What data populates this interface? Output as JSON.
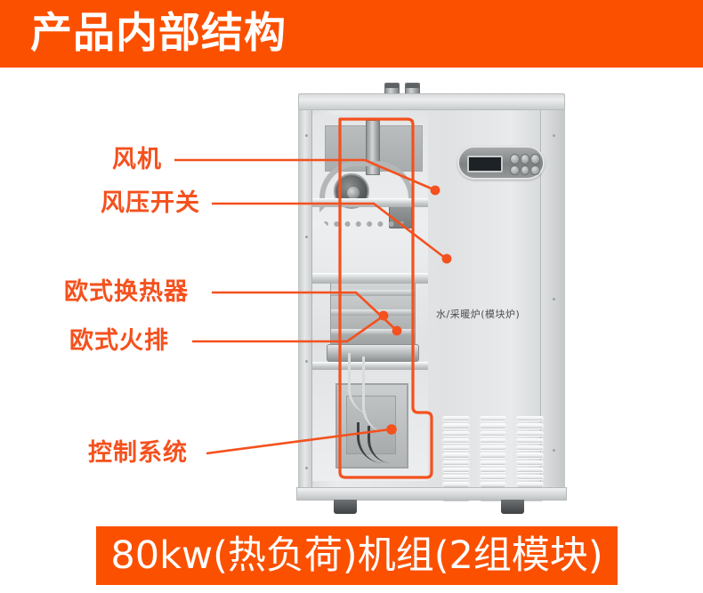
{
  "header": {
    "title": "产品内部结构",
    "bg_color": "#fb5000",
    "text_color": "#ffffff"
  },
  "footer": {
    "title": "80kw(热负荷)机组(2组模块)",
    "bg_color": "#fb5000",
    "text_color": "#ffffff"
  },
  "annotation": {
    "color": "#f4511e",
    "callouts": [
      {
        "id": "fan",
        "label": "风机"
      },
      {
        "id": "pressure-switch",
        "label": "风压开关"
      },
      {
        "id": "heat-exchanger",
        "label": "欧式换热器"
      },
      {
        "id": "burner",
        "label": "欧式火排"
      },
      {
        "id": "control-system",
        "label": "控制系统"
      }
    ]
  },
  "product": {
    "body_text": "水/采暖炉(模块炉)",
    "panel": {
      "display_value": "",
      "button_count": 6
    },
    "vent_columns": 3,
    "vent_slats_per_column": 12,
    "top_pipes": 2,
    "feet": 2
  }
}
